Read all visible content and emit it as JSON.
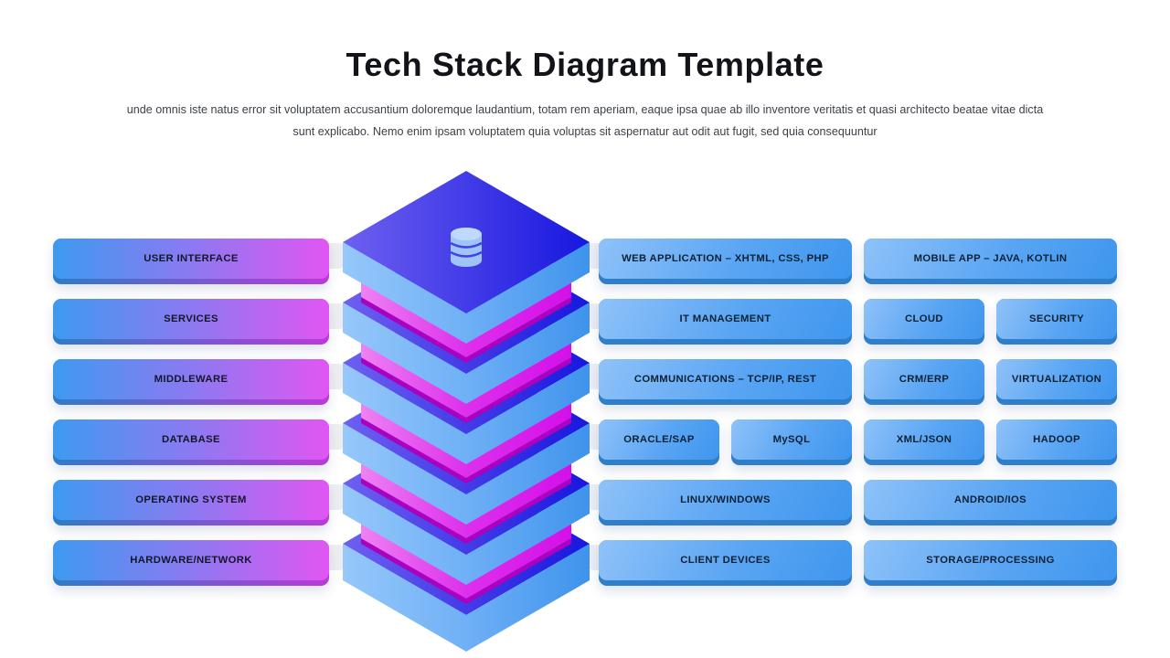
{
  "header": {
    "title": "Tech Stack Diagram Template",
    "subtitle_line1": "unde omnis iste natus error sit voluptatem accusantium doloremque laudantium, totam rem aperiam, eaque ipsa quae ab illo inventore veritatis et quasi architecto beatae vitae dicta",
    "subtitle_line2": "sunt explicabo. Nemo enim ipsam voluptatem quia voluptas sit aspernatur aut odit aut fugit, sed quia consequuntur"
  },
  "left_layers": [
    {
      "label": "USER INTERFACE"
    },
    {
      "label": "SERVICES"
    },
    {
      "label": "MIDDLEWARE"
    },
    {
      "label": "DATABASE"
    },
    {
      "label": "OPERATING SYSTEM"
    },
    {
      "label": "HARDWARE/NETWORK"
    }
  ],
  "right": {
    "rows": [
      {
        "cells": [
          {
            "label": "WEB APPLICATION – XHTML, CSS, PHP"
          },
          {
            "label": "MOBILE APP – JAVA, KOTLIN"
          }
        ]
      },
      {
        "cells": [
          {
            "label": "IT MANAGEMENT"
          },
          {
            "label": "CLOUD"
          },
          {
            "label": "SECURITY"
          }
        ]
      },
      {
        "cells": [
          {
            "label": "COMMUNICATIONS – TCP/IP, REST"
          },
          {
            "label": "CRM/ERP"
          },
          {
            "label": "VIRTUALIZATION"
          }
        ]
      },
      {
        "cells": [
          {
            "label": "ORACLE/SAP"
          },
          {
            "label": "MySQL"
          },
          {
            "label": "XML/JSON"
          },
          {
            "label": "HADOOP"
          }
        ]
      },
      {
        "cells": [
          {
            "label": "LINUX/WINDOWS"
          },
          {
            "label": "ANDROID/IOS"
          }
        ]
      },
      {
        "cells": [
          {
            "label": "CLIENT DEVICES"
          },
          {
            "label": "STORAGE/PROCESSING"
          }
        ]
      }
    ]
  },
  "stack": {
    "icon": "database-icon",
    "layers_count": 6
  },
  "colors": {
    "left_pill_gradient": [
      "#3E9AEF",
      "#8F78F1",
      "#E156F2"
    ],
    "left_pill_edge": [
      "#2E7CC6",
      "#BA3AD8"
    ],
    "right_pill_gradient": [
      "#8FC2F9",
      "#3E96EE"
    ],
    "right_pill_edge": "#2F7EC9",
    "stack_top_face": [
      "#6E60F0",
      "#1717DF"
    ],
    "stack_side_face": [
      "#96C8FA",
      "#3E93EC"
    ],
    "stack_magenta": [
      "#EE82F3",
      "#D410E8"
    ],
    "stack_magenta_dark": "#AC00C0",
    "connector_nub": "#EDEDF1",
    "title_text": "#121419",
    "subtitle_text": "#3C4148"
  }
}
